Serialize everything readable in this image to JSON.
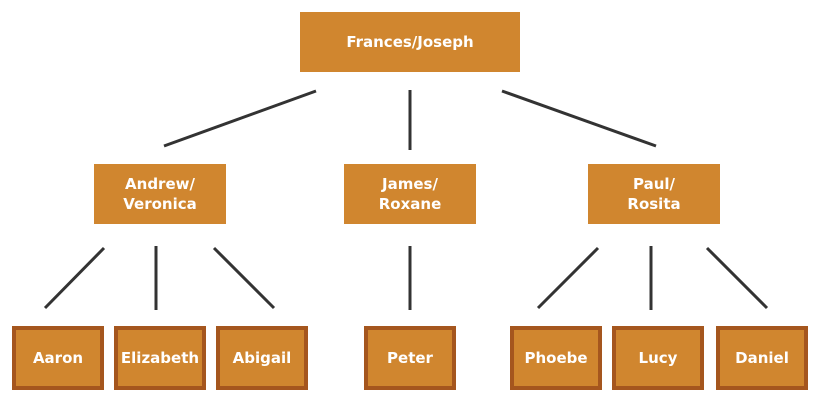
{
  "diagram": {
    "root": {
      "label": "Frances/Joseph"
    },
    "couples": [
      {
        "label": "Andrew/\nVeronica",
        "children": [
          "Aaron",
          "Elizabeth",
          "Abigail"
        ]
      },
      {
        "label": "James/\nRoxane",
        "children": [
          "Peter"
        ]
      },
      {
        "label": "Paul/\nRosita",
        "children": [
          "Phoebe",
          "Lucy",
          "Daniel"
        ]
      }
    ]
  },
  "colors": {
    "box_fill": "#d0862f",
    "leaf_border": "#a5561e",
    "connector": "#333333",
    "text": "#ffffff"
  }
}
